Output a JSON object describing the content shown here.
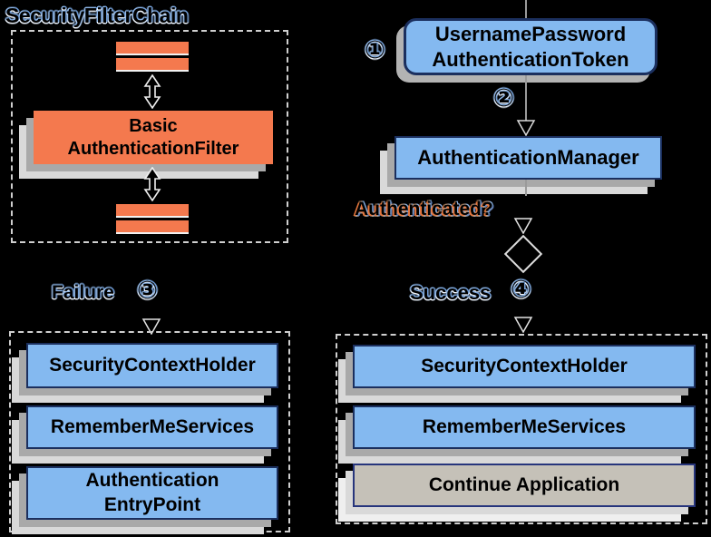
{
  "colors": {
    "background": "#000000",
    "filter_orange": "#f4794e",
    "node_blue": "#84b9f0",
    "node_border": "#1b2f5e",
    "continue_gray": "#c5c1b8",
    "shadow_mid": "#a9a9a9",
    "shadow_light": "#d9d9d9",
    "dash_border": "#cfcfcf"
  },
  "filter_chain": {
    "title": "SecurityFilterChain",
    "filter_line1": "Basic",
    "filter_line2": "AuthenticationFilter"
  },
  "auth_flow": {
    "step1": "①",
    "step2": "②",
    "step3": "③",
    "step4": "④",
    "token_line1": "UsernamePassword",
    "token_line2": "AuthenticationToken",
    "manager": "AuthenticationManager",
    "question": "Authenticated?",
    "failure_label": "Failure",
    "success_label": "Success"
  },
  "failure_branch": {
    "box1": "SecurityContextHolder",
    "box2": "RememberMeServices",
    "box3_line1": "Authentication",
    "box3_line2": "EntryPoint"
  },
  "success_branch": {
    "box1": "SecurityContextHolder",
    "box2": "RememberMeServices",
    "box3": "Continue Application"
  }
}
